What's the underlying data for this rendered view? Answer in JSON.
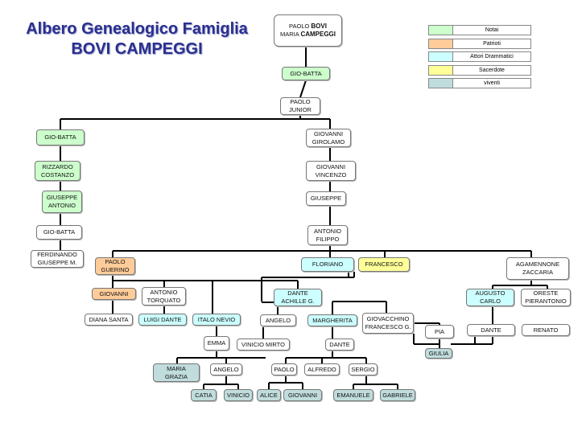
{
  "title": {
    "line1": "Albero Genealogico Famiglia",
    "line2": "BOVI CAMPEGGI"
  },
  "colors": {
    "notai": "#ccffcc",
    "patrioti": "#ffcc99",
    "attori": "#ccffff",
    "sacerdote": "#ffff99",
    "viventi": "#c0dcdc",
    "plain": "#ffffff",
    "line": "#000000"
  },
  "legend": [
    {
      "label": "Notai",
      "color": "notai"
    },
    {
      "label": "Patrioti",
      "color": "patrioti"
    },
    {
      "label": "Attori Drammatici",
      "color": "attori"
    },
    {
      "label": "Sacerdote",
      "color": "sacerdote"
    },
    {
      "label": "viventi",
      "color": "viventi"
    }
  ],
  "root": {
    "first1": "PAOLO ",
    "bold1": "BOVI",
    "first2": "MARIA ",
    "bold2": "CAMPEGGI"
  },
  "nodes": {
    "giobatta_top": {
      "label": "GIO-BATTA",
      "color": "notai"
    },
    "paolo_junior": {
      "label": "PAOLO\nJUNIOR",
      "color": "plain"
    },
    "giobatta_left": {
      "label": "GIO-BATTA",
      "color": "notai"
    },
    "giovanni_girolamo": {
      "label": "GIOVANNI\nGIROLAMO",
      "color": "plain"
    },
    "rizzardo": {
      "label": "RIZZARDO\nCOSTANZO",
      "color": "notai"
    },
    "giovanni_vincenzo": {
      "label": "GIOVANNI\nVINCENZO",
      "color": "plain"
    },
    "giuseppe_antonio": {
      "label": "GIUSEPPE\nANTONIO",
      "color": "notai"
    },
    "giuseppe": {
      "label": "GIUSEPPE",
      "color": "plain"
    },
    "giobatta_low": {
      "label": "GIO-BATTA",
      "color": "plain"
    },
    "antonio_filippo": {
      "label": "ANTONIO\nFILIPPO",
      "color": "plain"
    },
    "ferdinando": {
      "label": "FERDINANDO\nGIUSEPPE M.",
      "color": "plain"
    },
    "paolo_guerino": {
      "label": "PAOLO\nGUERINO",
      "color": "patrioti"
    },
    "floriano": {
      "label": "FLORIANO",
      "color": "attori"
    },
    "francesco": {
      "label": "FRANCESCO",
      "color": "sacerdote"
    },
    "agamennone": {
      "label": "AGAMENNONE\nZACCARIA",
      "color": "plain"
    },
    "giovanni_p": {
      "label": "GIOVANNI",
      "color": "patrioti"
    },
    "antonio_torquato": {
      "label": "ANTONIO\nTORQUATO",
      "color": "plain"
    },
    "dante_achille": {
      "label": "DANTE\nACHILLE G.",
      "color": "attori"
    },
    "augusto_carlo": {
      "label": "AUGUSTO\nCARLO",
      "color": "attori"
    },
    "oreste": {
      "label": "ORESTE\nPIERANTONIO",
      "color": "plain"
    },
    "diana_santa": {
      "label": "DIANA SANTA",
      "color": "plain"
    },
    "luigi_dante": {
      "label": "LUIGI DANTE",
      "color": "attori"
    },
    "italo_nevio": {
      "label": "ITALO NEVIO",
      "color": "attori"
    },
    "angelo_mid": {
      "label": "ANGELO",
      "color": "plain"
    },
    "margherita": {
      "label": "MARGHERITA",
      "color": "attori"
    },
    "giovacchino": {
      "label": "GIOVACCHINO\nFRANCESCO G.",
      "color": "plain"
    },
    "pia": {
      "label": "PIA",
      "color": "plain"
    },
    "dante_r": {
      "label": "DANTE",
      "color": "plain"
    },
    "renato": {
      "label": "RENATO",
      "color": "plain"
    },
    "emma": {
      "label": "EMMA",
      "color": "plain"
    },
    "vinicio_mirto": {
      "label": "VINICIO MIRTO",
      "color": "plain"
    },
    "dante_low": {
      "label": "DANTE",
      "color": "plain"
    },
    "giulia": {
      "label": "GIULIA",
      "color": "viventi"
    },
    "maria_grazia": {
      "label": "MARIA\nGRAZIA",
      "color": "viventi"
    },
    "angelo_low": {
      "label": "ANGELO",
      "color": "plain"
    },
    "paolo_low": {
      "label": "PAOLO",
      "color": "plain"
    },
    "alfredo": {
      "label": "ALFREDO",
      "color": "plain"
    },
    "sergio": {
      "label": "SERGIO",
      "color": "plain"
    },
    "catia": {
      "label": "CATIA",
      "color": "viventi"
    },
    "vinicio": {
      "label": "VINICIO",
      "color": "viventi"
    },
    "alice": {
      "label": "ALICE",
      "color": "viventi"
    },
    "giovanni_low": {
      "label": "GIOVANNI",
      "color": "viventi"
    },
    "emanuele": {
      "label": "EMANUELE",
      "color": "viventi"
    },
    "gabriele": {
      "label": "GABRIELE",
      "color": "viventi"
    }
  }
}
